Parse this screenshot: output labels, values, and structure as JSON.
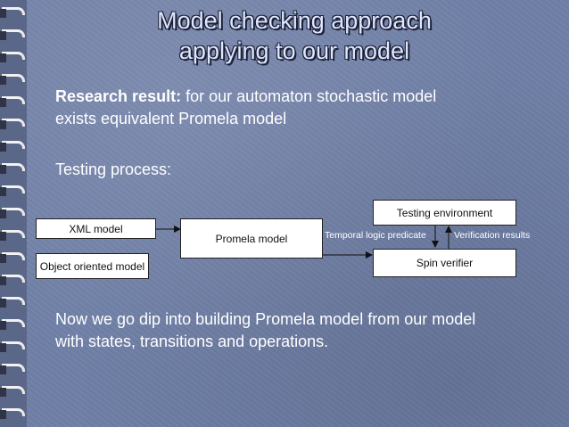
{
  "slide": {
    "title_line1": "Model checking approach",
    "title_line2": "applying to our model",
    "research_label": "Research result:",
    "research_text_1": " for our automaton stochastic model",
    "research_text_2": "exists equivalent Promela model",
    "testing_process": "Testing process:",
    "conclusion_line1": "Now we go dip into building Promela model from our model",
    "conclusion_line2": "with states, transitions and operations."
  },
  "diagram": {
    "xml_model": "XML model",
    "object_model": "Object oriented model",
    "promela_model": "Promela model",
    "testing_env": "Testing environment",
    "spin_verifier": "Spin verifier",
    "temporal_label": "Temporal logic predicate",
    "results_label": "Verification results"
  }
}
